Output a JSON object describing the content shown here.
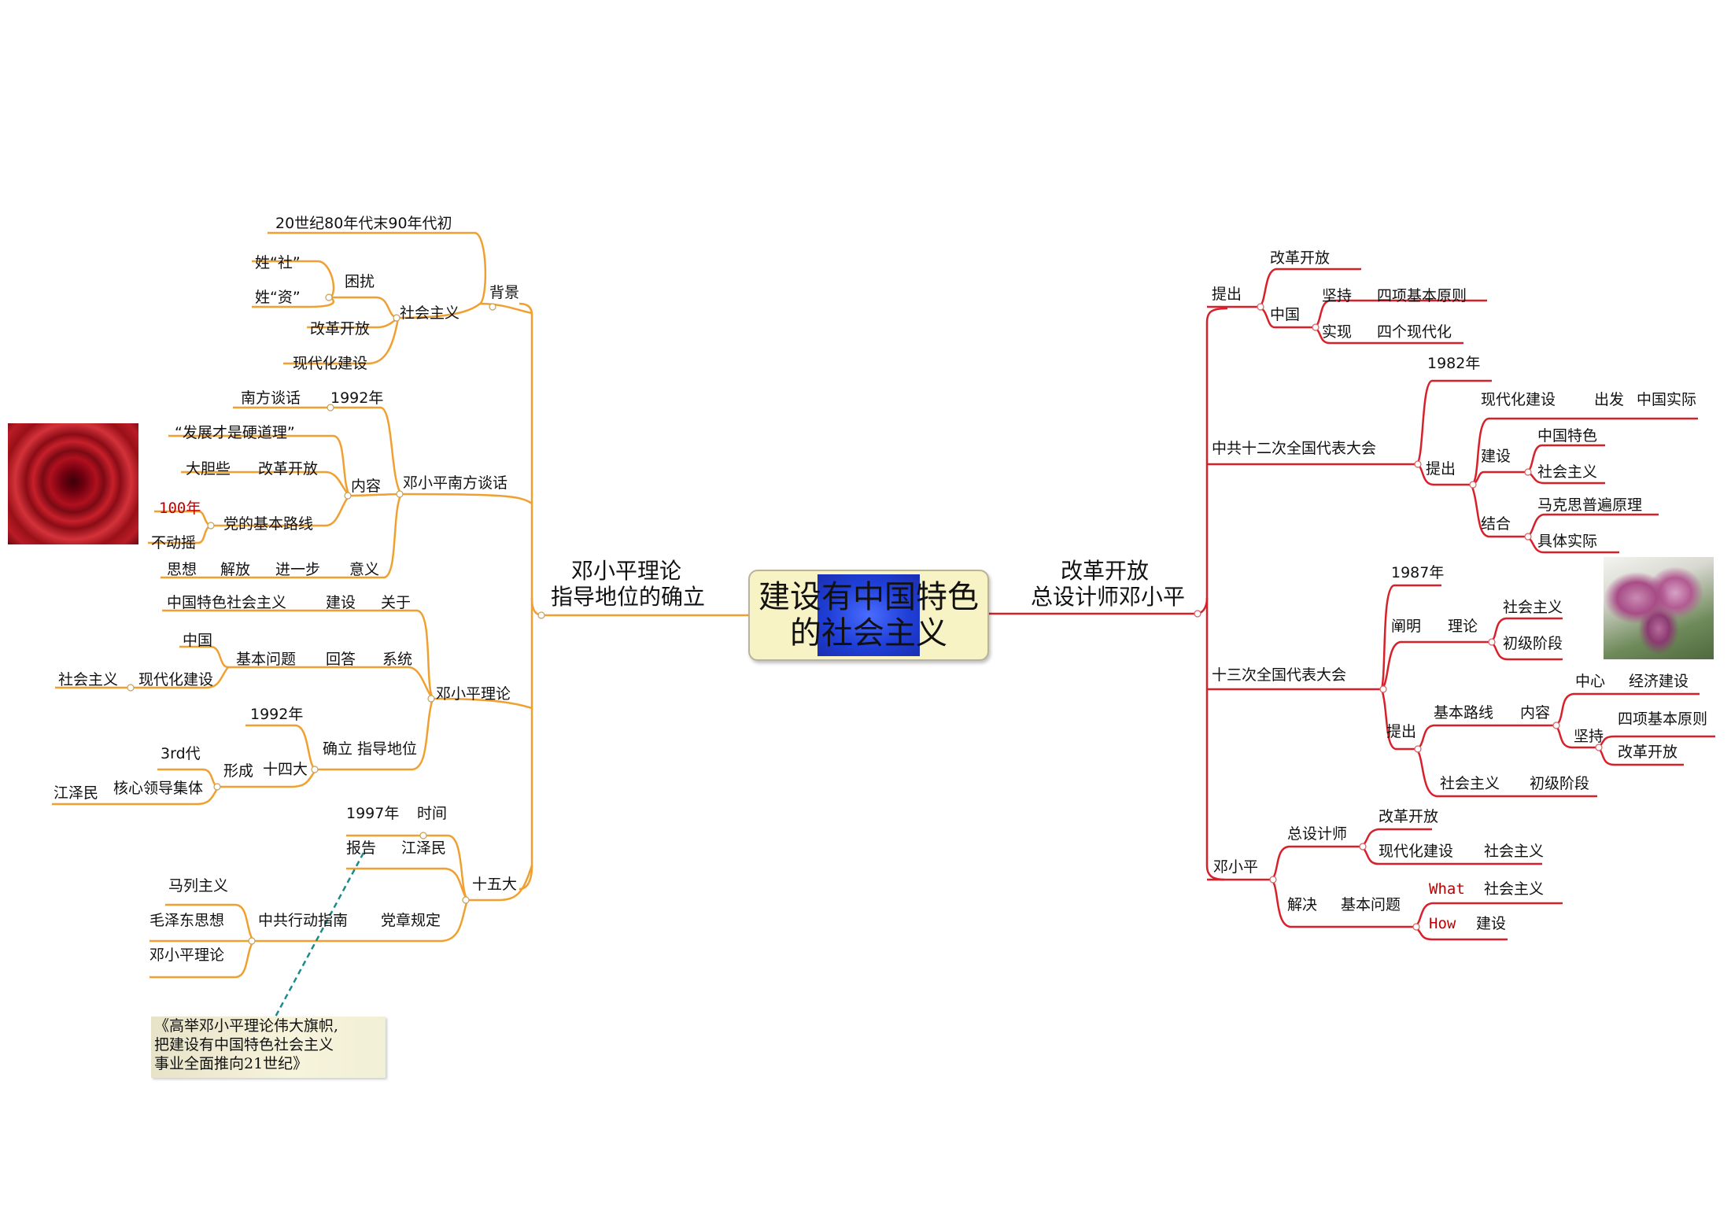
{
  "colors": {
    "left_branch": "#f0a030",
    "right_branch": "#d8202a",
    "note_connector": "#1a8a8a",
    "accent_text": "#c00000"
  },
  "center": {
    "line1": "建设有中国特色",
    "line2": "的社会主义"
  },
  "left_main": {
    "line1": "邓小平理论",
    "line2": "指导地位的确立"
  },
  "right_main": {
    "line1": "改革开放",
    "line2": "总设计师邓小平"
  },
  "left": {
    "beijing": {
      "label": "背景",
      "era": "20世纪80年代末90年代初",
      "shzy": "社会主义",
      "kunrao": "困扰",
      "xing_she": "姓“社”",
      "xing_zi": "姓“资”",
      "ggkf": "改革开放",
      "xdhjs": "现代化建设"
    },
    "nanfang": {
      "label": "邓小平南方谈话",
      "nftanhua": "南方谈话",
      "y1992": "1992年",
      "neirong": "内容",
      "fazhan": "“发展才是硬道理”",
      "dadanxie": "大胆些",
      "ggkf": "改革开放",
      "jiben": "党的基本路线",
      "bainian": "100年",
      "budongyao": "不动摇",
      "yiyi": "意义",
      "sixiang": "思想",
      "jiefang": "解放",
      "jinyibu": "进一步"
    },
    "dxplilun": {
      "label": "邓小平理论",
      "tese": "中国特色社会主义",
      "jianshe": "建设",
      "guanyu": "关于",
      "zhongguo": "中国",
      "jbwt": "基本问题",
      "huida": "回答",
      "xitong": "系统",
      "shzy": "社会主义",
      "xdhjs": "现代化建设",
      "queli": "确立 指导地位",
      "y1992": "1992年",
      "shisida": "十四大",
      "xingcheng": "形成",
      "third": "3rd代",
      "hexin": "核心领导集体",
      "jzm": "江泽民"
    },
    "shiwuda": {
      "label": "十五大",
      "y1997": "1997年",
      "shijian": "时间",
      "baogao": "报告",
      "jzm": "江泽民",
      "zhinan": "中共行动指南",
      "dangzhang": "党章规定",
      "malie": "马列主义",
      "mao": "毛泽东思想",
      "dxp": "邓小平理论"
    }
  },
  "note": {
    "line1": "《高举邓小平理论伟大旗帜,",
    "line2": "把建设有中国特色社会主义",
    "line3": "事业全面推向21世纪》"
  },
  "right": {
    "tichu": {
      "label": "提出",
      "ggkf": "改革开放",
      "zhongguo": "中国",
      "jianchi": "坚持",
      "sixiang": "四项基本原则",
      "shixian": "实现",
      "sige": "四个现代化"
    },
    "shier": {
      "label": "中共十二次全国代表大会",
      "y1982": "1982年",
      "tichu": "提出",
      "xdhjs": "现代化建设",
      "chufa": "出发",
      "zgsj": "中国实际",
      "jianshe": "建设",
      "zgts": "中国特色",
      "shzy": "社会主义",
      "jiehe": "结合",
      "mks": "马克思普遍原理",
      "jtsj": "具体实际"
    },
    "shisan": {
      "label": "十三次全国代表大会",
      "y1987": "1987年",
      "chanming": "阐明",
      "lilun": "理论",
      "shzy": "社会主义",
      "chuji": "初级阶段",
      "tichu": "提出",
      "jblx": "基本路线",
      "neirong": "内容",
      "zhongxin": "中心",
      "jjjs": "经济建设",
      "jianchi": "坚持",
      "sixiang": "四项基本原则",
      "ggkf": "改革开放",
      "shzy2": "社会主义",
      "chuji2": "初级阶段"
    },
    "dxp": {
      "label": "邓小平",
      "zsjs": "总设计师",
      "ggkf": "改革开放",
      "xdhjs": "现代化建设",
      "shzy": "社会主义",
      "jiejue": "解决",
      "jbwt": "基本问题",
      "what": "What",
      "shzy2": "社会主义",
      "how": "How",
      "jianshe": "建设"
    }
  }
}
